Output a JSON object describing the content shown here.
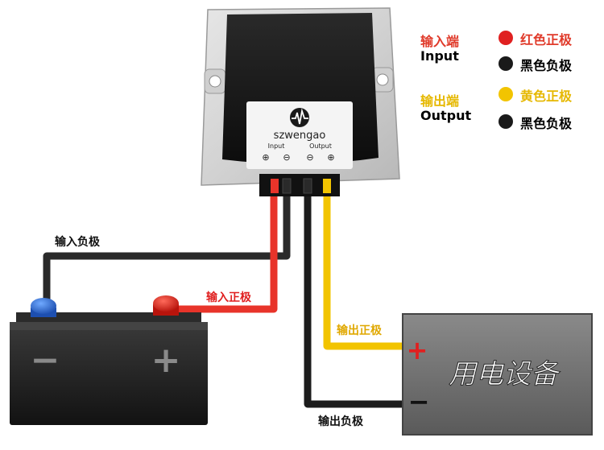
{
  "legend": {
    "input_cn": "输入端",
    "input_en": "Input",
    "output_cn": "输出端",
    "output_en": "Output",
    "red_label": "红色正极",
    "black_label_1": "黑色负极",
    "yellow_label": "黄色正极",
    "black_label_2": "黑色负极"
  },
  "converter": {
    "brand": "szwengao",
    "input_label": "Input",
    "output_label": "Output",
    "terminal_symbols": [
      "⊕",
      "⊖",
      "⊖",
      "⊕"
    ]
  },
  "wires": {
    "input_negative": "输入负极",
    "input_positive": "输入正极",
    "output_positive": "输出正极",
    "output_negative": "输出负极"
  },
  "battery": {
    "minus": "−",
    "plus": "+"
  },
  "device": {
    "label": "用电设备",
    "plus": "+",
    "minus": "−"
  },
  "colors": {
    "accent_red": "#e02020",
    "wire_red": "#e8342a",
    "wire_yellow": "#f2c400",
    "wire_black": "#1c1c1c",
    "legend_red_text": "#e03a2a",
    "legend_yellow_text": "#e6b800"
  }
}
